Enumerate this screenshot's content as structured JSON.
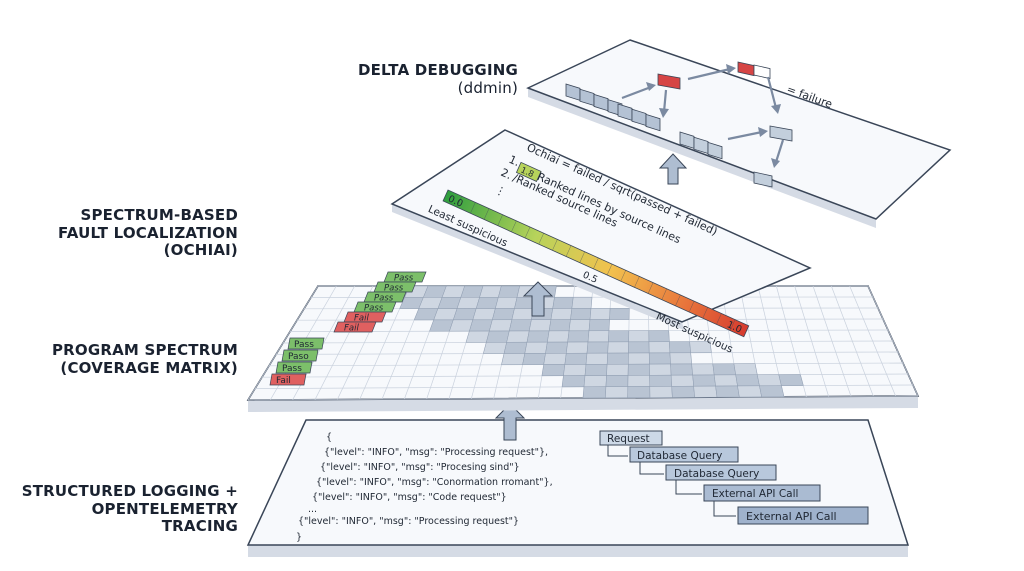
{
  "labels": {
    "delta": [
      "DELTA DEBUGGING",
      "(ddmin)"
    ],
    "sbfl": [
      "SPECTRUM-BASED",
      "FAULT LOCALIZATION",
      "(OCHIAI)"
    ],
    "spectrum": [
      "PROGRAM SPECTRUM",
      "(COVERAGE MATRIX)"
    ],
    "logging": [
      "STRUCTURED LOGGING +",
      "OPENTELEMETRY TRACING"
    ]
  },
  "delta_panel": {
    "legend": "= failure"
  },
  "sbfl_panel": {
    "formula": "Ochiai = failed / sqrt(passed + failed)",
    "list": [
      {
        "num": "1.",
        "badge": "1.8",
        "text": "Ranked lines by source lines"
      },
      {
        "num": "2.",
        "text": "/Ranked source lines"
      }
    ],
    "ellipsis": "⋮",
    "scale": {
      "min": "0.0",
      "mid": "0.5",
      "max": "1.0"
    },
    "least": "Least suspicious",
    "most": "Most suspicious"
  },
  "spectrum_panel": {
    "test_labels_top": [
      "Pass",
      "Pass",
      "Pass",
      "Pass",
      "Fail",
      "Fail"
    ],
    "test_labels_left": [
      "Pass",
      "Paso",
      "Pass",
      "Fail"
    ]
  },
  "logging_panel": {
    "json_open": "{",
    "json_lines": [
      "{\"level\": \"INFO\", \"msg\": \"Processing request\"},",
      "{\"level\": \"INFO\", \"msg\": \"Procesing sind\"}",
      "{\"level\": \"INFO\", \"msg\": \"Conormation rromant\"},",
      "{\"level\": \"INFO\", \"msg\": \"Code request\"}",
      "...",
      "{\"level\": \"INFO\", \"msg\": \"Processing request\"}"
    ],
    "json_close": "}",
    "spans": [
      "Request",
      "Database Query",
      "Database Query",
      "External API Call",
      "External API Call"
    ]
  },
  "colors": {
    "panel_fill": "#f7f9fc",
    "panel_stroke": "#3a4658",
    "panel_edge": "#c7cfdb",
    "arrow": "#9fb0c8",
    "pass": "#7cbf6a",
    "fail": "#e06060",
    "failure_box": "#d64545",
    "span_fill": "#b8c8dc",
    "gradient": [
      "#2e9e3e",
      "#b7d35b",
      "#f2c14e",
      "#e8743b",
      "#d63b2f"
    ]
  }
}
